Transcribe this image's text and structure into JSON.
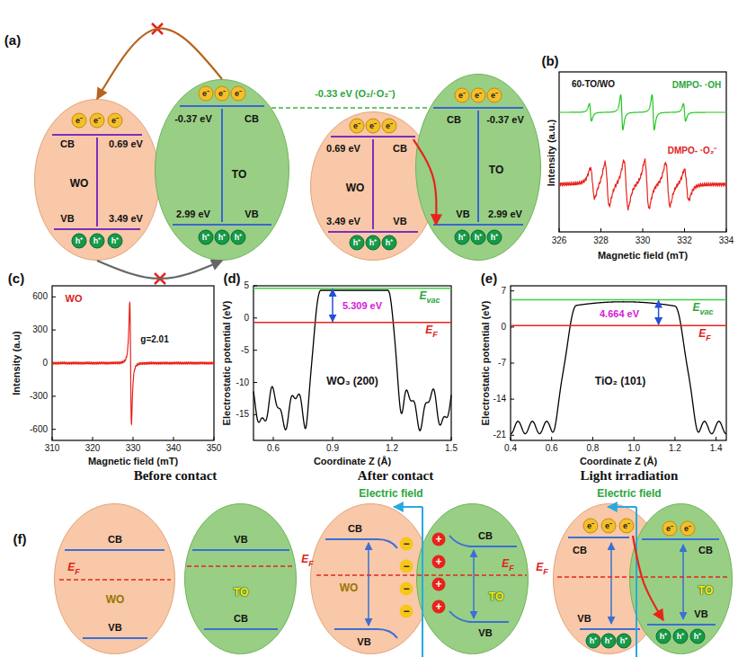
{
  "diagram": {
    "nodes": [
      {
        "text": [
          "CB",
          "0.69 eV",
          "WO",
          "VB",
          "3.49 eV"
        ]
      },
      {
        "text": [
          "-0.37 eV",
          "CB",
          "TO",
          "2.99 eV",
          "VB"
        ]
      },
      {
        "text": [
          "0.69 eV",
          "CB",
          "WO",
          "3.49 eV",
          "VB"
        ]
      },
      {
        "text": [
          "CB",
          "-0.37 eV",
          "TO",
          "2.99 eV",
          "VB"
        ]
      },
      {
        "text": [
          "CB",
          "WO",
          "VB"
        ]
      },
      {
        "text": [
          "VB",
          "TO",
          "CB"
        ]
      },
      {
        "text": [
          "CB",
          "WO",
          "VB"
        ]
      },
      {
        "text": [
          "CB",
          "TO",
          "VB"
        ]
      },
      {
        "text": [
          "CB",
          "VB"
        ]
      },
      {
        "text": [
          "CB",
          "TO",
          "VB"
        ]
      }
    ],
    "edges": [
      {
        "from": 1,
        "to": 0,
        "arrow": "to"
      },
      {
        "from": 0,
        "to": 1,
        "arrow": "to"
      },
      {
        "from": 2,
        "to": 3,
        "arrow": "to"
      },
      {
        "from": 8,
        "to": 9,
        "arrow": "to"
      }
    ],
    "labels": [
      "(a)",
      "-0.33 eV (O₂/·O₂⁻)",
      "e⁻",
      "e⁻",
      "e⁻",
      "h⁺",
      "h⁺",
      "h⁺",
      "e⁻",
      "e⁻",
      "e⁻",
      "h⁺",
      "h⁺",
      "h⁺",
      "e⁻",
      "e⁻",
      "e⁻",
      "h⁺",
      "h⁺",
      "h⁺",
      "e⁻",
      "e⁻",
      "e⁻",
      "h⁺",
      "h⁺",
      "h⁺",
      "(b)",
      "60-TO/WO",
      "DMPO- ·OH",
      "DMPO- ·O₂⁻",
      "Intensity (a.u.)",
      "326",
      "328",
      "330",
      "332",
      "334",
      "Magnetic field (mT)",
      "(c)",
      "WO",
      "g=2.01",
      "Intensity (a.u)",
      "310",
      "320",
      "330",
      "340",
      "350",
      "600",
      "300",
      "0",
      "-300",
      "-600",
      "Magnetic field (mT)",
      "(d)",
      "Electrostatic potential (eV)",
      "5.309 eV",
      "Evac",
      "EF",
      "WO₃ (200)",
      "0.6",
      "0.9",
      "1.2",
      "1.5",
      "5",
      "0",
      "-5",
      "-10",
      "-15",
      "Coordinate Z (Å)",
      "(e)",
      "Electrostatic potential (eV)",
      "4.664 eV",
      "Evac",
      "EF",
      "TiO₂ (101)",
      "0.4",
      "0.6",
      "0.8",
      "1.0",
      "1.2",
      "1.4",
      "7",
      "0",
      "-7",
      "-14",
      "-21",
      "Coordinate Z (Å)",
      "Before contact",
      "After contact",
      "Light irradiation",
      "(f)",
      "EF",
      "EF",
      "Electric field",
      "−",
      "−",
      "−",
      "−",
      "+",
      "+",
      "+",
      "+",
      "EF",
      "Electric field",
      "e⁻",
      "e⁻",
      "e⁻",
      "e⁻",
      "e⁻",
      "h⁺",
      "h⁺",
      "h⁺",
      "h⁺",
      "h⁺",
      "h⁺",
      "EF"
    ]
  }
}
